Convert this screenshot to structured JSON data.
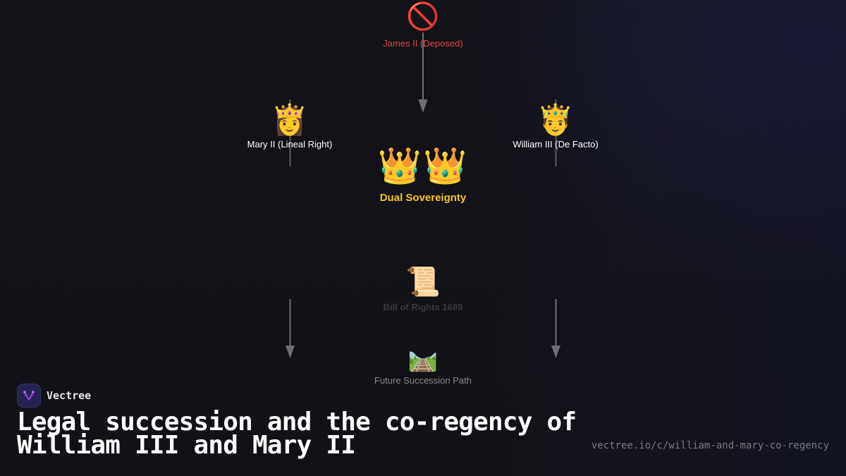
{
  "diagram": {
    "nodes": [
      {
        "id": "james",
        "icon": "prohibited-icon",
        "emoji": "🚫",
        "label": "James II (Deposed)",
        "color": "#e04848"
      },
      {
        "id": "mary",
        "icon": "princess-icon",
        "emoji": "👸",
        "label": "Mary II (Lineal Right)",
        "color": "#ffffff"
      },
      {
        "id": "william",
        "icon": "prince-icon",
        "emoji": "🤴",
        "label": "William III (De Facto)",
        "color": "#ffffff"
      },
      {
        "id": "dual",
        "icon": "crown-icon",
        "emoji": "👑👑",
        "label": "Dual Sovereignty",
        "color": "#f5c518"
      },
      {
        "id": "bill",
        "icon": "scroll-icon",
        "emoji": "📜",
        "label": "Bill of Rights 1689",
        "color": "#3a3a42"
      },
      {
        "id": "future",
        "icon": "railway-track-icon",
        "emoji": "🛤️",
        "label": "Future Succession Path",
        "color": "#8a8a92"
      }
    ],
    "edges": [
      {
        "from": "james",
        "to": "dual",
        "arrow": true
      },
      {
        "from": "mary",
        "to": "dual",
        "arrow": false
      },
      {
        "from": "william",
        "to": "dual",
        "arrow": false
      },
      {
        "from": "mary",
        "to": "future",
        "arrow": true
      },
      {
        "from": "william",
        "to": "future",
        "arrow": true
      }
    ]
  },
  "brand": {
    "name": "Vectree",
    "logo_icon": "vectree-logo-icon",
    "accent": "#9b3fd6"
  },
  "footer": {
    "title": "Legal succession and the co-regency of William III and Mary II",
    "url": "vectree.io/c/william-and-mary-co-regency"
  }
}
